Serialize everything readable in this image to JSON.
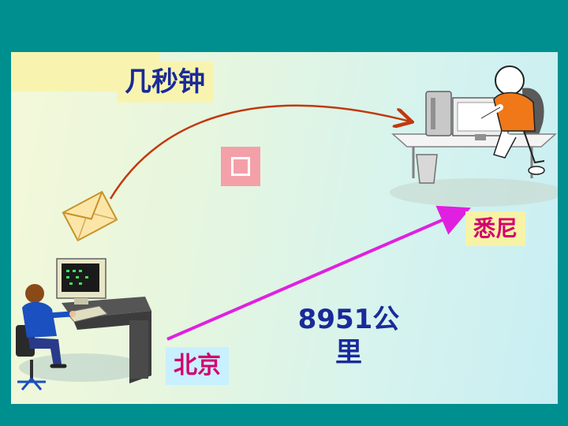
{
  "labels": {
    "seconds": "几秒钟",
    "sydney": "悉尼",
    "beijing": "北京",
    "distance": "8951公里"
  },
  "icons": {
    "envelope": "envelope-icon",
    "beijing_computer": "person-at-computer-icon",
    "sydney_computer": "cartoon-person-at-computer-icon",
    "placeholder": "square-icon"
  },
  "colors": {
    "page_background": "#008f8f",
    "title_text": "#1a2a99",
    "city_text": "#d4006e",
    "email_arrow": "#c0390f",
    "distance_arrow": "#e020e0"
  }
}
